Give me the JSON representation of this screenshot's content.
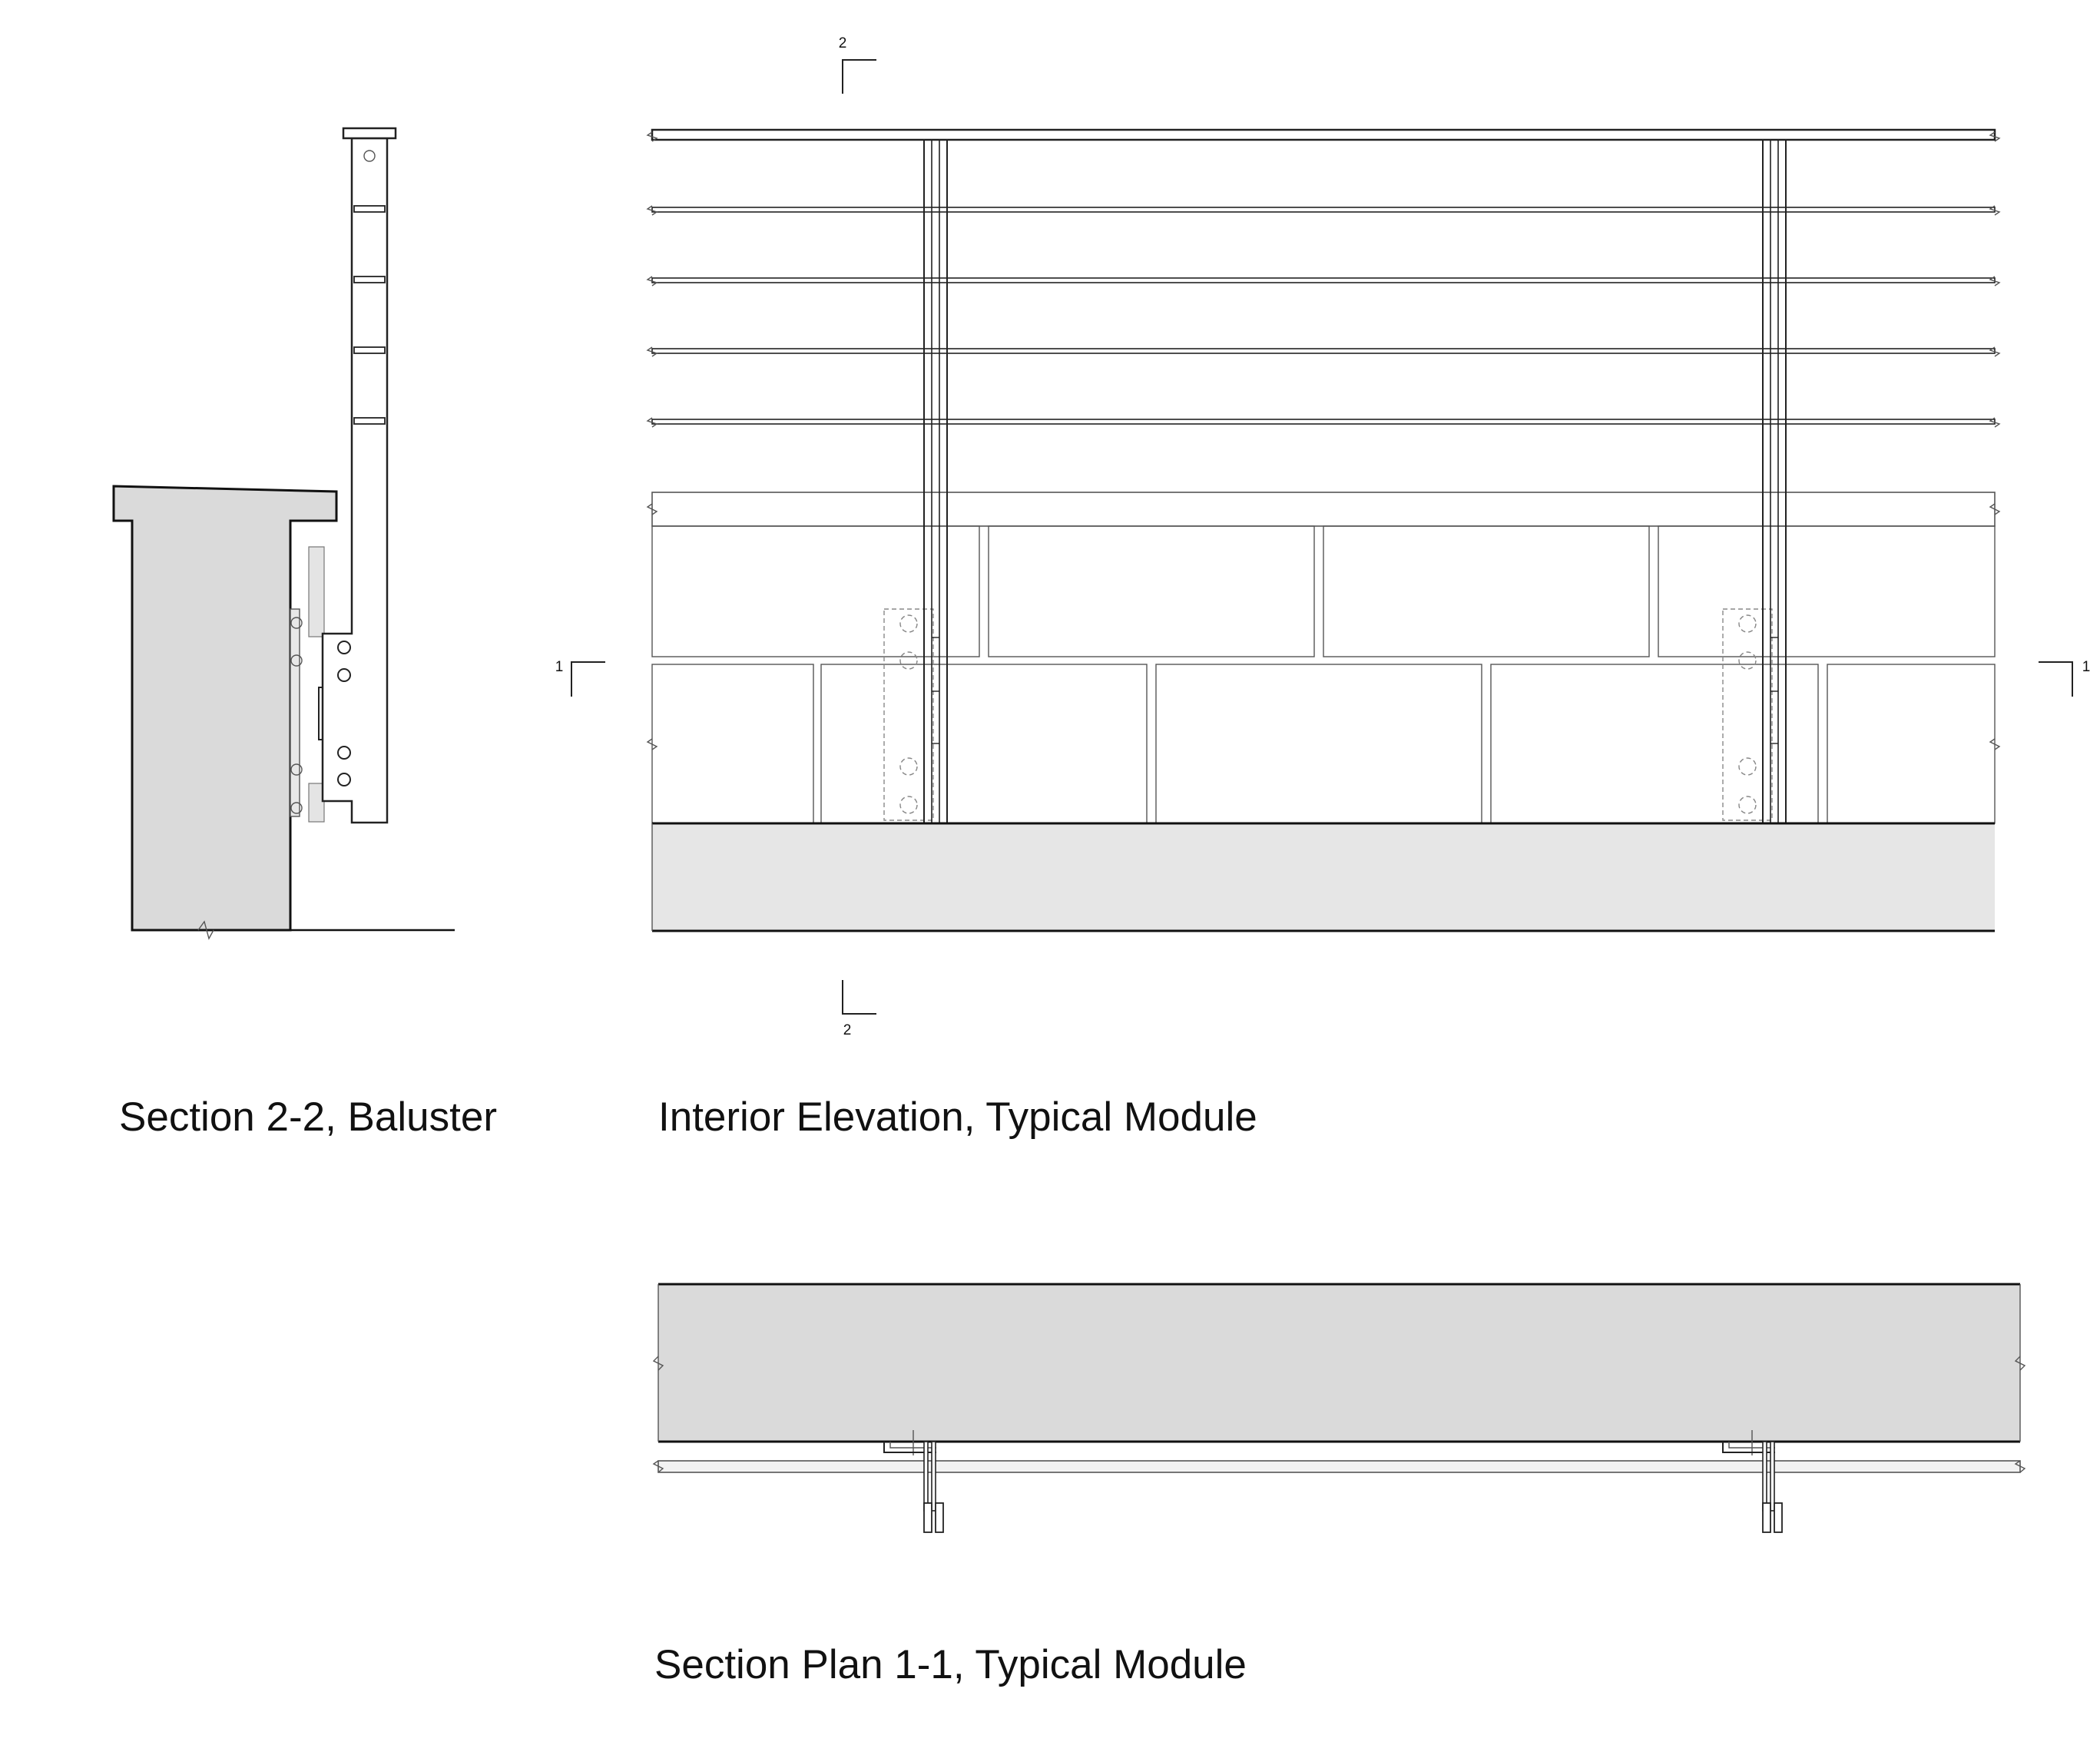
{
  "drawings": {
    "section_2_2": {
      "caption": "Section 2-2, Baluster"
    },
    "interior_elevation": {
      "caption": "Interior Elevation, Typical Module"
    },
    "section_plan_1_1": {
      "caption": "Section Plan 1-1, Typical Module"
    }
  },
  "section_markers": {
    "cut_2_top": "2",
    "cut_2_bottom": "2",
    "cut_1_left": "1",
    "cut_1_right": "1"
  },
  "colors": {
    "line": "#222222",
    "wall_fill": "#dadada",
    "curb_fill": "#e6e6e6",
    "rail_fill": "#f2f2f2",
    "background": "#ffffff"
  }
}
